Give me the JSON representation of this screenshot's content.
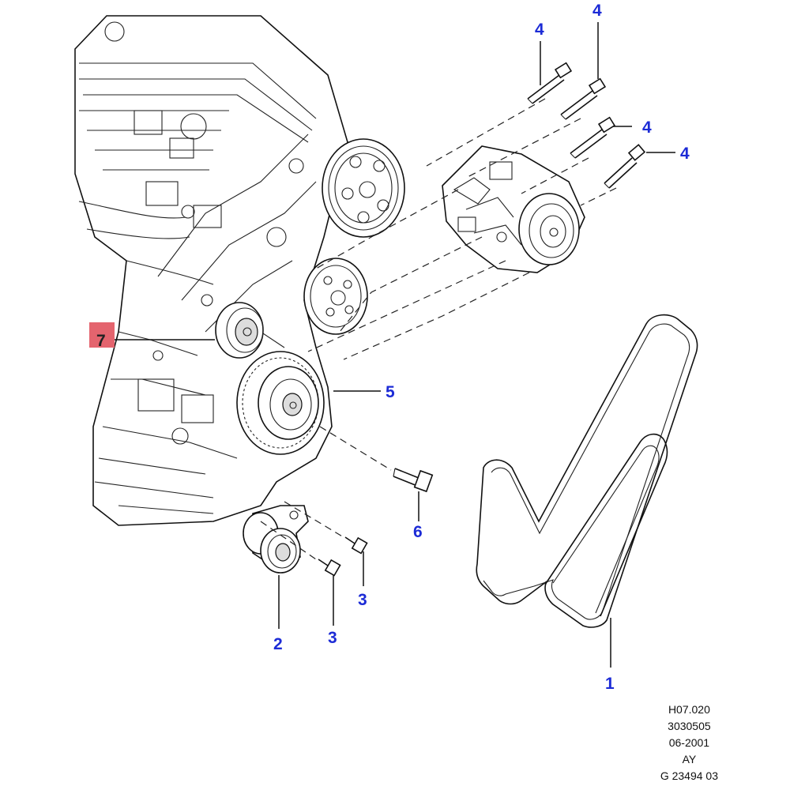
{
  "callouts": {
    "belt": "1",
    "tensioner": "2",
    "bolt_tensioner_a": "3",
    "bolt_tensioner_b": "3",
    "bolt_compressor_a": "4",
    "bolt_compressor_b": "4",
    "bolt_compressor_c": "4",
    "bolt_compressor_d": "4",
    "crank_pulley": "5",
    "crank_bolt": "6",
    "idler_pulley": "7"
  },
  "highlight_color": "#e4646e",
  "callout_color": "#1c2bd6",
  "reference": {
    "line1": "H07.020",
    "line2": "3030505",
    "line3": "06-2001",
    "line4": "AY",
    "line5": "G 23494 03"
  }
}
